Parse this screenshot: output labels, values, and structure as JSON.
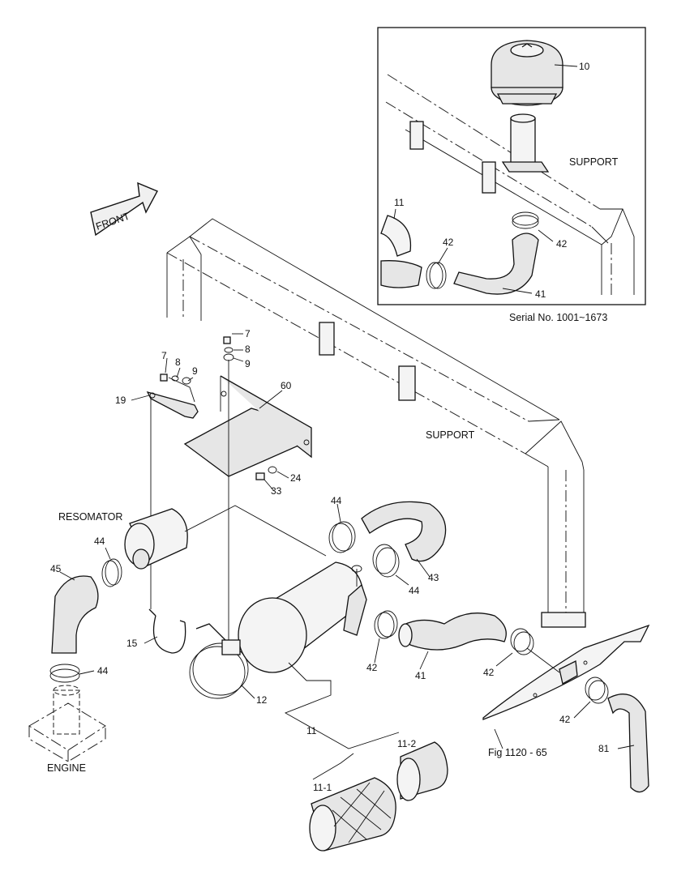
{
  "labels": {
    "front": "FRONT",
    "support_inset": "SUPPORT",
    "support_main": "SUPPORT",
    "resomator": "RESOMATOR",
    "engine": "ENGINE",
    "serial": "Serial No. 1001~1673",
    "fig_ref": "Fig 1120 - 65"
  },
  "callouts": {
    "p10": "10",
    "p11_inset": "11",
    "p42_inset_a": "42",
    "p42_inset_b": "42",
    "p41_inset": "41",
    "p7_a": "7",
    "p8_a": "8",
    "p9_a": "9",
    "p7_b": "7",
    "p8_b": "8",
    "p9_b": "9",
    "p19": "19",
    "p60": "60",
    "p24": "24",
    "p33": "33",
    "p44_a": "44",
    "p44_b": "44",
    "p44_c": "44",
    "p44_d": "44",
    "p45": "45",
    "p43": "43",
    "p15": "15",
    "p12": "12",
    "p42_a": "42",
    "p41": "41",
    "p42_b": "42",
    "p42_c": "42",
    "p81": "81",
    "p11": "11",
    "p11_2": "11-2",
    "p11_1": "11-1"
  }
}
